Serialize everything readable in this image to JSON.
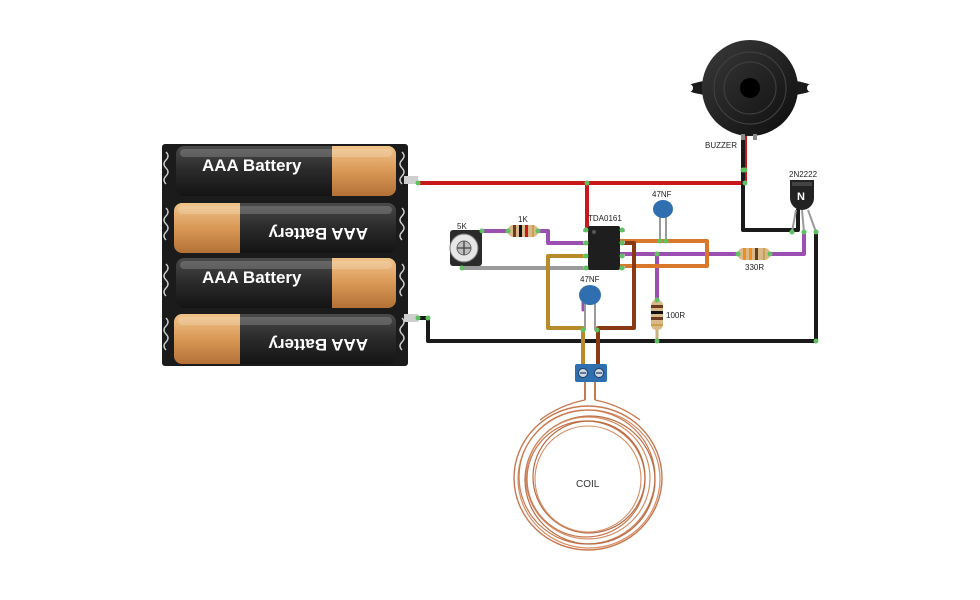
{
  "battery_pack": {
    "cell_labels": [
      "AAA Battery",
      "AAA Battery",
      "AAA Battery",
      "AAA Battery"
    ]
  },
  "components": {
    "buzzer": "BUZZER",
    "transistor": "2N2222",
    "transistor_mark": "N",
    "ic": "TDA0161",
    "pot": "5K",
    "r1": "1K",
    "cap_top": "47NF",
    "cap_bottom": "47NF",
    "r_330": "330R",
    "r_100": "100R",
    "coil": "COIL"
  },
  "colors": {
    "wire_red": "#c8181c",
    "wire_black": "#1a1a1a",
    "wire_purple": "#9b4fb0",
    "wire_orange": "#d9782a",
    "wire_brown": "#8a3a12",
    "wire_mustard": "#b88a2a",
    "wire_gray": "#9a9a9a",
    "wire_tan": "#c9b27a",
    "copper": "#c87850",
    "cap_blue": "#2f6fb0",
    "pin_green": "#5fc15f"
  }
}
